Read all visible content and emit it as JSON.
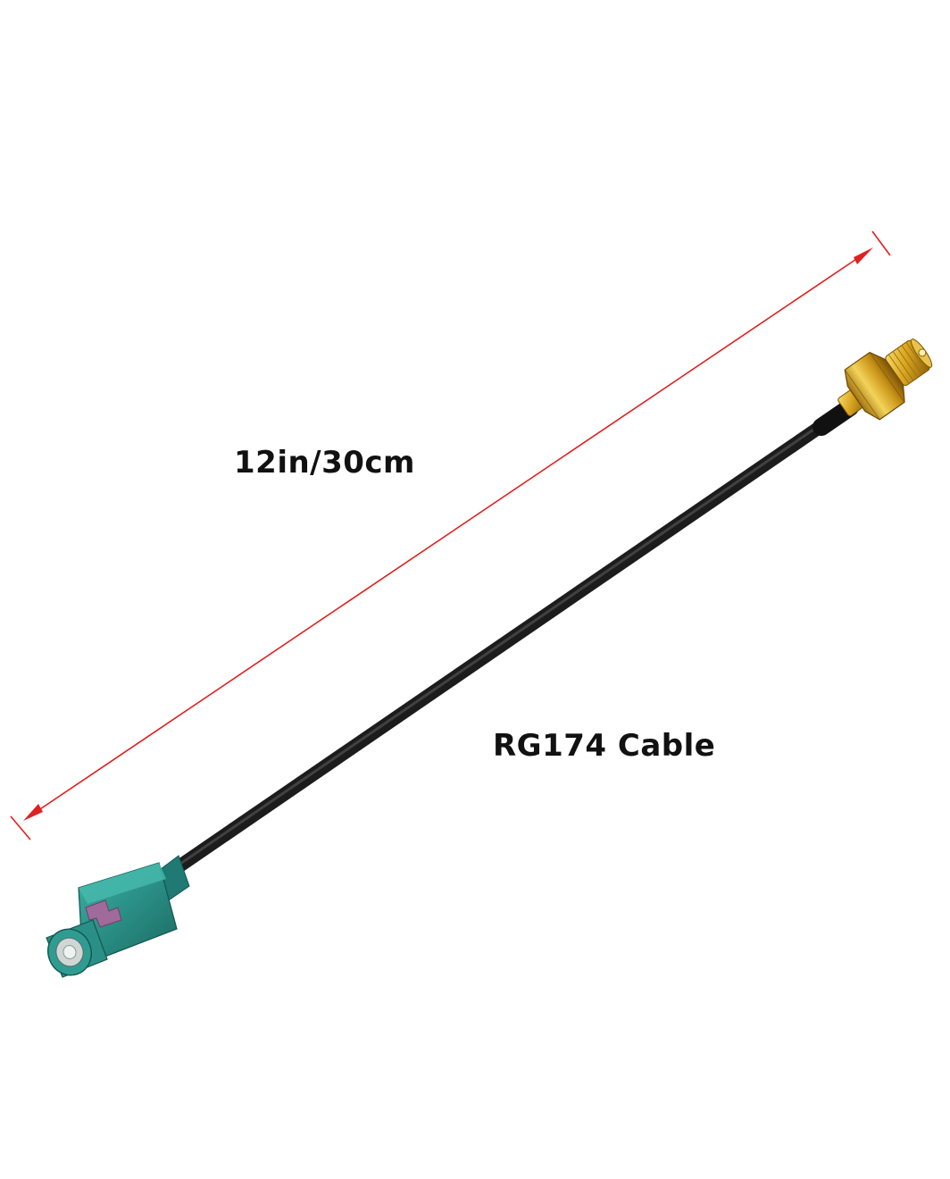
{
  "labels": {
    "length": "12in/30cm",
    "cable_type": "RG174 Cable"
  },
  "colors": {
    "dimension_arrow": "#e02020",
    "cable": "#2a2a2a",
    "fakra_connector": "#2a8f86",
    "fakra_insert": "#a06a9a",
    "sma_connector": "#d9a520"
  },
  "components": {
    "left_connector": "fakra-connector",
    "right_connector": "sma-male-connector"
  }
}
